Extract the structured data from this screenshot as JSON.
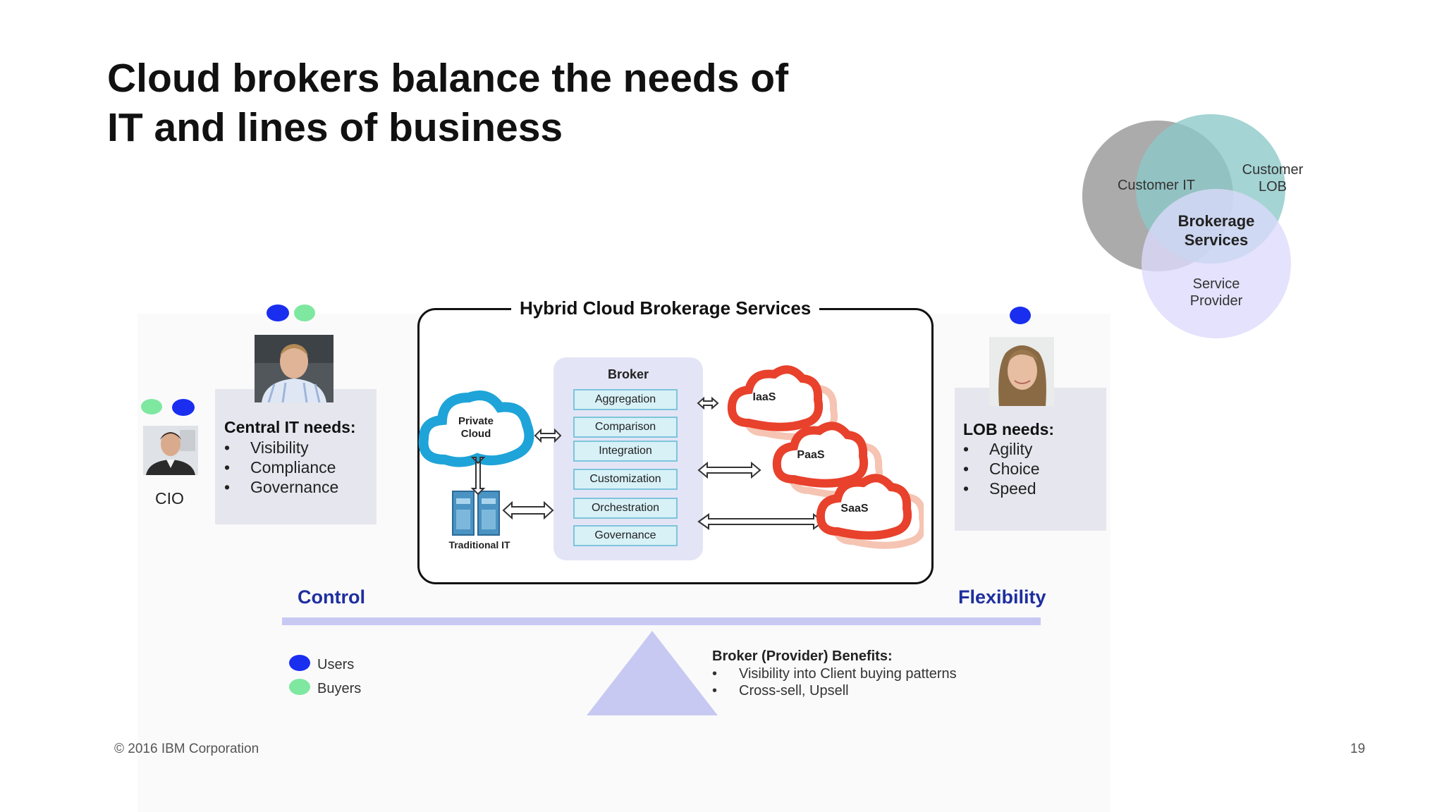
{
  "title": {
    "line1": "Cloud brokers balance the needs of",
    "line2": "IT and lines of business"
  },
  "venn": {
    "customer_it": "Customer IT",
    "customer_lob_1": "Customer",
    "customer_lob_2": "LOB",
    "brokerage_1": "Brokerage",
    "brokerage_2": "Services",
    "provider_1": "Service",
    "provider_2": "Provider",
    "colors": {
      "it": "#9a9a9a",
      "lob": "#8ec6c8",
      "provider": "#dedcfa"
    }
  },
  "cio": {
    "label": "CIO",
    "photo_icon": "cio-portrait-icon"
  },
  "central_it": {
    "title": "Central IT needs:",
    "bullet": "•",
    "items": [
      "Visibility",
      "Compliance",
      "Governance"
    ],
    "photo_icon": "it-manager-portrait-icon"
  },
  "lob": {
    "title": "LOB needs:",
    "bullet": "•",
    "items": [
      "Agility",
      "Choice",
      "Speed"
    ],
    "photo_icon": "lob-woman-portrait-icon"
  },
  "hybrid": {
    "title": "Hybrid Cloud Brokerage Services",
    "private_cloud_1": "Private",
    "private_cloud_2": "Cloud",
    "traditional_it": "Traditional IT",
    "broker_title": "Broker",
    "broker_items": [
      "Aggregation",
      "Comparison",
      "Integration",
      "Customization",
      "Orchestration",
      "Governance"
    ],
    "iaas": "IaaS",
    "paas": "PaaS",
    "saas": "SaaS"
  },
  "scale": {
    "left": "Control",
    "right": "Flexibility"
  },
  "legend": {
    "users": "Users",
    "buyers": "Buyers",
    "colors": {
      "users": "#1a2ef0",
      "buyers": "#7ee8a0"
    }
  },
  "benefits": {
    "title": "Broker (Provider) Benefits:",
    "bullet": "•",
    "items": [
      "Visibility into Client buying patterns",
      "Cross-sell, Upsell"
    ]
  },
  "footer": {
    "copyright": "© 2016 IBM Corporation",
    "page": "19"
  }
}
